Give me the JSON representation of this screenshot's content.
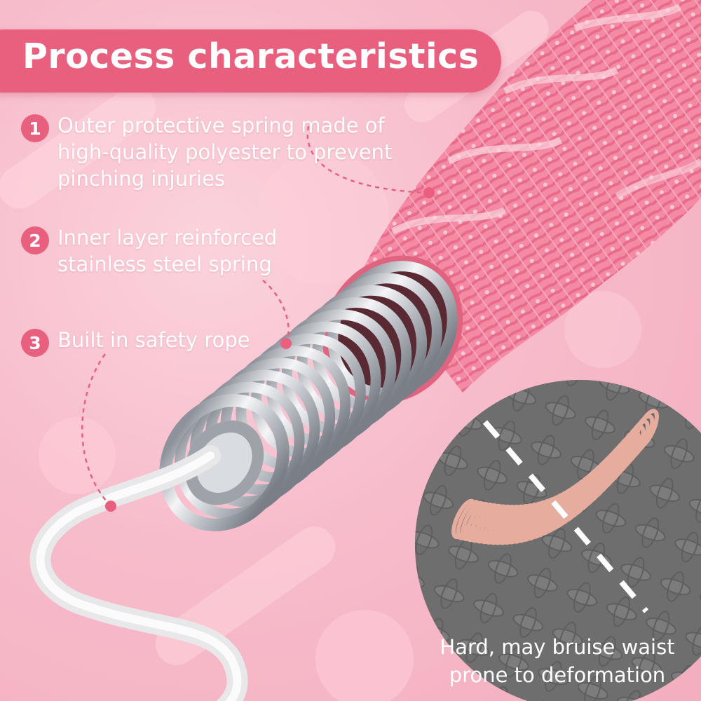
{
  "title": "Process characteristics",
  "features": [
    {
      "number": "1",
      "text": "Outer protective spring made of\nhigh-quality polyester to prevent\n pinching injuries"
    },
    {
      "number": "2",
      "text": "Inner layer reinforced\nstainless steel spring"
    },
    {
      "number": "3",
      "text": "Built in safety rope"
    }
  ],
  "comparison": {
    "caption": "Hard, may bruise waist\nprone to deformation"
  },
  "icons": [
    "braided-rope-illustration",
    "steel-spring-illustration",
    "safety-cord-illustration",
    "plastic-spring-photo"
  ],
  "colors": {
    "accent": "#e9607f",
    "rope_pink": "#f48aa3",
    "steel": "#c9ccd1",
    "inset_bg": "#6c6c6c"
  }
}
